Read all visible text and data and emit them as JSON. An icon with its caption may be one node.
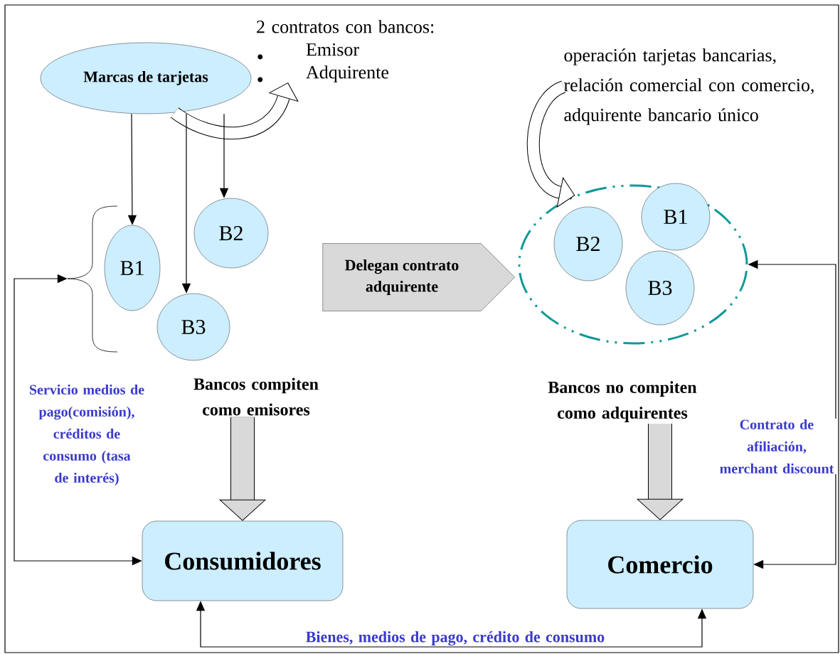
{
  "diagram": {
    "nodes": [
      {
        "text": [
          "Marcas de tarjetas"
        ]
      },
      {
        "text": [
          "2 contratos con bancos:",
          "Emisor",
          "Adquirente"
        ]
      },
      {
        "text": [
          "B1"
        ]
      },
      {
        "text": [
          "B2"
        ]
      },
      {
        "text": [
          "B3"
        ]
      },
      {
        "text": [
          "Bancos compiten como emisores"
        ]
      },
      {
        "text": [
          "Delegan contrato adquirente"
        ]
      },
      {
        "text": [
          "operación tarjetas bancarias, relación comercial con comercio, adquirente bancario único"
        ]
      },
      {
        "text": [],
        "shape": "ellipse"
      },
      {
        "text": [
          "B2"
        ],
        "in": 8
      },
      {
        "text": [
          "B1"
        ],
        "in": 8
      },
      {
        "text": [
          "B3"
        ],
        "in": 8
      },
      {
        "text": [
          "Bancos no compiten como adquirentes"
        ]
      },
      {
        "text": [
          "Consumidores"
        ]
      },
      {
        "text": [
          "Comercio"
        ]
      },
      {
        "text": [],
        "shape": "bracket"
      }
    ],
    "edges": [
      {
        "from": 0,
        "to": 1,
        "arrow": "to",
        "style": "thick"
      },
      {
        "from": 0,
        "to": 2,
        "arrow": "to"
      },
      {
        "from": 0,
        "to": 4,
        "arrow": "to"
      },
      {
        "from": 0,
        "to": 3,
        "arrow": "to"
      },
      {
        "from": 5,
        "to": 13,
        "arrow": "to",
        "style": "thick"
      },
      {
        "from": 13,
        "to": 15,
        "arrow": "both",
        "label": "Servicio medios de pago(comisión), créditos de consumo (tasa de interés)"
      },
      {
        "from": 7,
        "to": 8,
        "arrow": "to",
        "style": "thick"
      },
      {
        "from": 14,
        "to": 8,
        "arrow": "both",
        "label": "Contrato de afiliación, merchant discount"
      },
      {
        "from": 12,
        "to": 14,
        "arrow": "to",
        "style": "thick"
      },
      {
        "from": 13,
        "to": 14,
        "arrow": "both",
        "label": "Bienes, medios de pago, crédito de consumo"
      }
    ]
  }
}
